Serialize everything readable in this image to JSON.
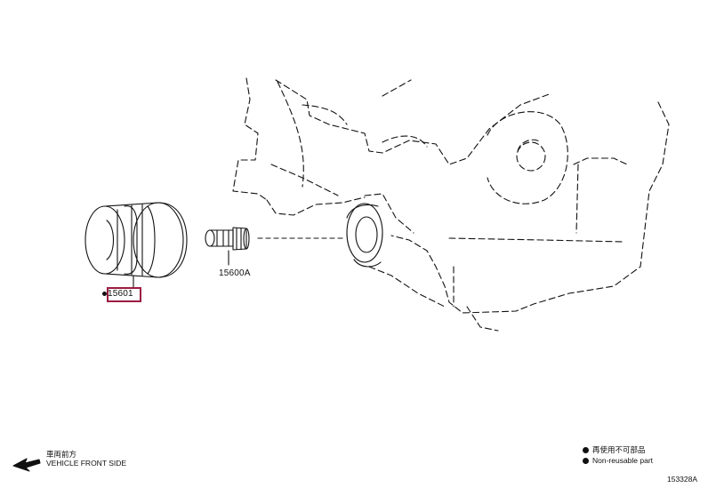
{
  "parts": {
    "oil_filter": "15601",
    "union": "15600A"
  },
  "legend": {
    "front_jp": "車両前方",
    "front_en": "VEHICLE FRONT SIDE",
    "nonreuse_jp": "再使用不可部品",
    "nonreuse_en": "Non-reusable part"
  },
  "illustration_code": "153328A",
  "colors": {
    "highlight": "#9b1b3f",
    "line": "#111111"
  },
  "icons": [
    "left-arrow-icon",
    "non-reusable-dot-icon"
  ]
}
